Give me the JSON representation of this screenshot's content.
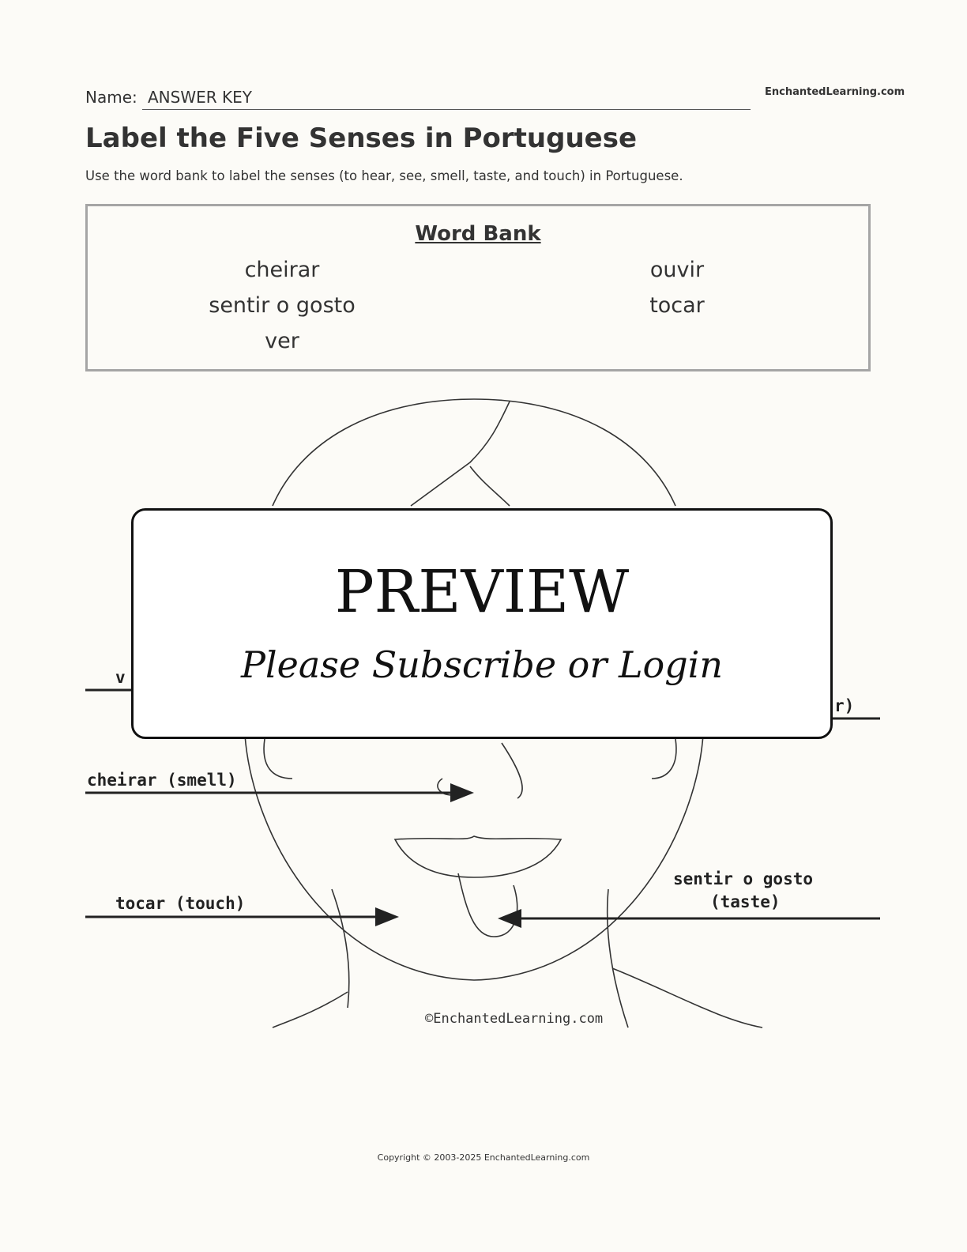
{
  "header": {
    "name_label": "Name:",
    "name_value": "ANSWER KEY",
    "site": "EnchantedLearning.com"
  },
  "title": "Label the Five Senses in Portuguese",
  "instructions": "Use the word bank to label the senses (to hear, see, smell, taste, and touch) in Portuguese.",
  "word_bank": {
    "title": "Word Bank",
    "left": [
      "cheirar",
      "sentir o gosto",
      "ver"
    ],
    "right": [
      "ouvir",
      "tocar"
    ]
  },
  "diagram": {
    "labels": {
      "see_partial": "v",
      "hear_partial": "r)",
      "smell": "cheirar (smell)",
      "touch": "tocar (touch)",
      "taste_1": "sentir o gosto",
      "taste_2": "(taste)"
    },
    "credit": "©EnchantedLearning.com"
  },
  "preview": {
    "title": "PREVIEW",
    "subtitle": "Please Subscribe or Login"
  },
  "footer": "Copyright © 2003-2025 EnchantedLearning.com"
}
